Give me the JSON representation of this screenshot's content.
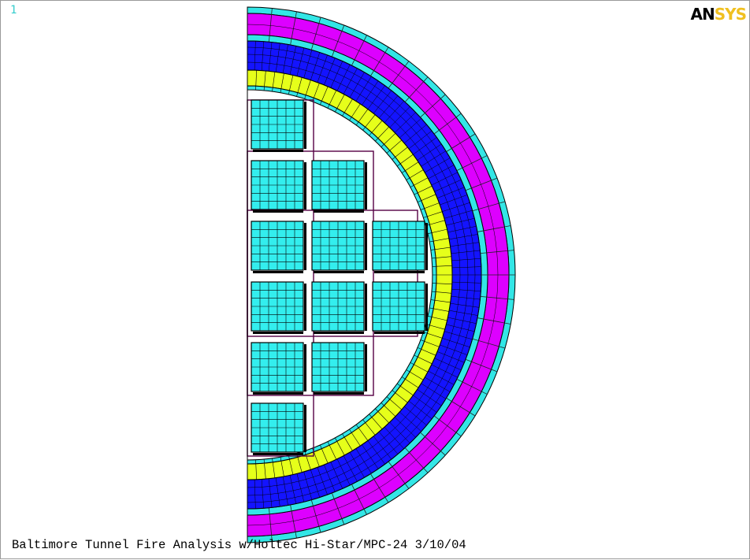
{
  "window_number": "1",
  "logo": {
    "part1": "AN",
    "part2": "SYS"
  },
  "title": "Baltimore Tunnel Fire Analysis w/Holtec Hi-Star/MPC-24 3/10/04",
  "colors": {
    "outer_layer": "#dd00ff",
    "outer_shell": "#33e6e6",
    "gamma_shield": "#1414ff",
    "basket_liner": "#e6ff1a",
    "fuel_cell": "#33eeee",
    "mesh_line": "#000000",
    "support_line": "#550044"
  },
  "fuel_cell_grid": {
    "columns_per_row": [
      1,
      2,
      3,
      3,
      2,
      1
    ]
  }
}
